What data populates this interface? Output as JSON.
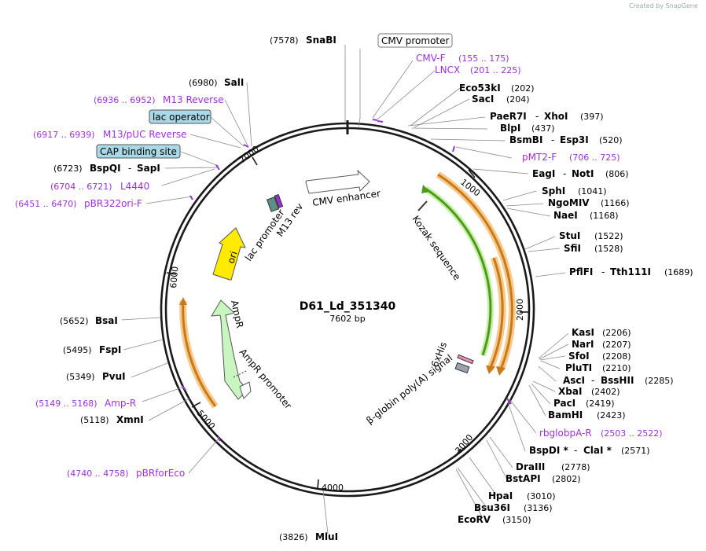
{
  "watermark": "Created by SnapGene",
  "plasmid": {
    "name": "D61_Ld_351340",
    "size": "7602 bp"
  },
  "ticks": [
    "1000",
    "2000",
    "3000",
    "4000",
    "5000",
    "6000",
    "7000"
  ],
  "features": [
    {
      "label": "CMV enhancer"
    },
    {
      "label": "Kozak sequence"
    },
    {
      "label": "6xHis"
    },
    {
      "label": "β-globin poly(A) signal"
    },
    {
      "label": "AmpR promoter"
    },
    {
      "label": "AmpR"
    },
    {
      "label": "ori"
    },
    {
      "label": "lac promoter"
    },
    {
      "label": "M13 rev"
    }
  ],
  "boxed_labels": {
    "cmv_promoter": "CMV promoter",
    "lac_operator": "lac operator",
    "cap_site": "CAP binding site"
  },
  "sites_right": [
    {
      "name": "Eco53kI",
      "pos": "(202)"
    },
    {
      "name": "SacI",
      "pos": "(204)"
    },
    {
      "name": "PaeR7I",
      "sep": "-",
      "name2": "XhoI",
      "pos": "(397)"
    },
    {
      "name": "BlpI",
      "pos": "(437)"
    },
    {
      "name": "BsmBI",
      "sep": "-",
      "name2": "Esp3I",
      "pos": "(520)"
    },
    {
      "name": "EagI",
      "sep": "-",
      "name2": "NotI",
      "pos": "(806)"
    },
    {
      "name": "SphI",
      "pos": "(1041)"
    },
    {
      "name": "NgoMIV",
      "pos": "(1166)"
    },
    {
      "name": "NaeI",
      "pos": "(1168)"
    },
    {
      "name": "StuI",
      "pos": "(1522)"
    },
    {
      "name": "SfiI",
      "pos": "(1528)"
    },
    {
      "name": "PflFI",
      "sep": "-",
      "name2": "Tth111I",
      "pos": "(1689)"
    },
    {
      "name": "KasI",
      "pos": "(2206)"
    },
    {
      "name": "NarI",
      "pos": "(2207)"
    },
    {
      "name": "SfoI",
      "pos": "(2208)"
    },
    {
      "name": "PluTI",
      "pos": "(2210)"
    },
    {
      "name": "AscI",
      "sep": "-",
      "name2": "BssHII",
      "pos": "(2285)"
    },
    {
      "name": "XbaI",
      "pos": "(2402)"
    },
    {
      "name": "PacI",
      "pos": "(2419)"
    },
    {
      "name": "BamHI",
      "pos": "(2423)"
    },
    {
      "name": "BspDI *",
      "sep": "-",
      "name2": "ClaI *",
      "pos": "(2571)"
    },
    {
      "name": "DraIII",
      "pos": "(2778)"
    },
    {
      "name": "BstAPI",
      "pos": "(2802)"
    },
    {
      "name": "HpaI",
      "pos": "(3010)"
    },
    {
      "name": "Bsu36I",
      "pos": "(3136)"
    },
    {
      "name": "EcoRV",
      "pos": "(3150)"
    }
  ],
  "sites_left": [
    {
      "name": "SnaBI",
      "pos": "(7578)"
    },
    {
      "name": "SalI",
      "pos": "(6980)"
    },
    {
      "name": "BspQI",
      "sep": "-",
      "name2": "SapI",
      "pos": "(6723)"
    },
    {
      "name": "BsaI",
      "pos": "(5652)"
    },
    {
      "name": "FspI",
      "pos": "(5495)"
    },
    {
      "name": "PvuI",
      "pos": "(5349)"
    },
    {
      "name": "XmnI",
      "pos": "(5118)"
    },
    {
      "name": "MluI",
      "pos": "(3826)"
    }
  ],
  "primers": [
    {
      "name": "CMV-F",
      "range": "(155 .. 175)"
    },
    {
      "name": "LNCX",
      "range": "(201 .. 225)"
    },
    {
      "name": "pMT2-F",
      "range": "(706 .. 725)"
    },
    {
      "name": "rbglobpA-R",
      "range": "(2503 .. 2522)"
    },
    {
      "name": "M13 Reverse",
      "range": "(6936 .. 6952)"
    },
    {
      "name": "M13/pUC Reverse",
      "range": "(6917 .. 6939)"
    },
    {
      "name": "L4440",
      "range": "(6704 .. 6721)"
    },
    {
      "name": "pBR322ori-F",
      "range": "(6451 .. 6470)"
    },
    {
      "name": "Amp-R",
      "range": "(5149 .. 5168)"
    },
    {
      "name": "pBRforEco",
      "range": "(4740 .. 4758)"
    }
  ],
  "colors": {
    "backbone": "#1a1a1a",
    "primer": "#9b30d9",
    "orange_feature": "#f0a33a",
    "green_feature": "#6abf3a",
    "ori": "#ffea00",
    "ampr": "#c8f5c0",
    "boxed_label_fill": "#a9d8e6"
  }
}
